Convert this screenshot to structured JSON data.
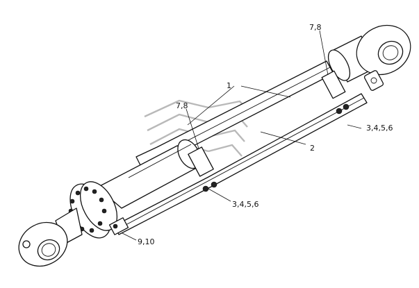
{
  "callouts": {
    "c1": "1",
    "c2": "2",
    "c34561": "3,4,5,6",
    "c34562": "3,4,5,6",
    "c78a": "7,8",
    "c78b": "7,8",
    "c910": "9,10"
  },
  "colors": {
    "line": "#111111",
    "watermark": "#b9b9b9",
    "background": "#ffffff"
  }
}
